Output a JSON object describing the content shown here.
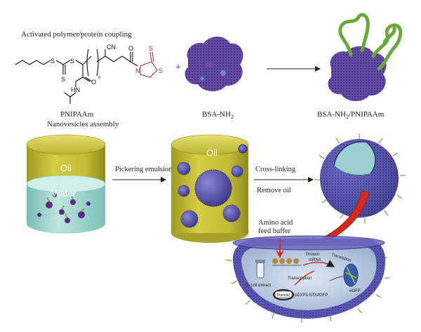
{
  "top": {
    "coupling_title": "Activated polymer/protein coupling",
    "plus": "+",
    "pnipaam_label": "PNIPAAm",
    "assembly_label": "Nanovesicles assembly",
    "bsa_label": "BSA-NH",
    "bsa_sub": "2",
    "conj_label_a": "BSA-NH",
    "conj_sub": "2",
    "conj_label_b": "/PNIPAAm",
    "chem_S": "S",
    "chem_N": "N",
    "chem_O": "O",
    "chem_CN": "CN",
    "chem_HN": "HN",
    "chem_n": "n"
  },
  "steps": {
    "pickering": "Pickering emulsion",
    "crosslinking": "Cross-linking",
    "remove_oil": "Remove oil"
  },
  "containers": {
    "oil_label": "Oil",
    "water_label": "Water"
  },
  "vesicle": {
    "amino_line1": "Amino acid",
    "amino_line2": "feed buffer",
    "transcription": "Transcription",
    "translation": "Translation",
    "protein": "Protein",
    "mrna": "mRNA",
    "ecoli_extract": "E. coli extract",
    "plasmid": "Plasmid",
    "plasmid_name": "pEXP5-NT/sfGFP",
    "egfp": "eGFP"
  },
  "colors": {
    "cylinder_yellow": "#c9c33a",
    "water_teal": "#a9d9d2",
    "protein_purple": "#5b2a86",
    "polymer_green": "#6aa83a",
    "vesicle_blue": "#5a56b8",
    "arrow_red": "#d42a1c"
  }
}
